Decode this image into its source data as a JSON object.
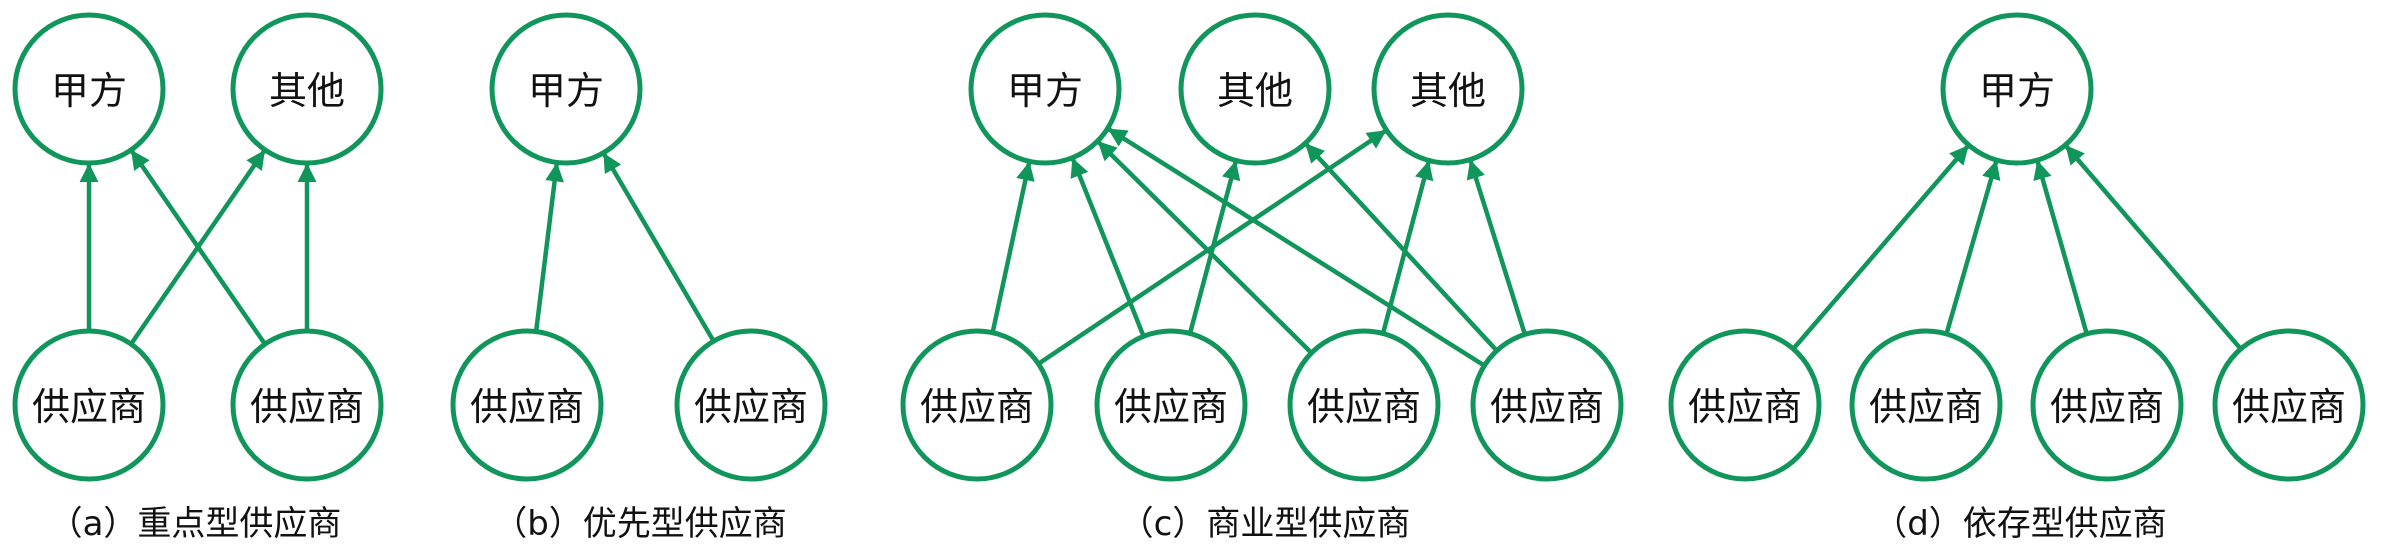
{
  "colors": {
    "accent": "#10955a",
    "text": "#111111",
    "background": "#ffffff"
  },
  "labels": {
    "party": "甲方",
    "other": "其他",
    "supplier": "供应商"
  },
  "panels": [
    {
      "id": "a",
      "caption": "（a）重点型供应商",
      "top": [
        "party",
        "other"
      ],
      "bottom": [
        "supplier",
        "supplier"
      ],
      "edges": [
        [
          0,
          0
        ],
        [
          1,
          0
        ],
        [
          0,
          1
        ],
        [
          1,
          1
        ]
      ]
    },
    {
      "id": "b",
      "caption": "（b）优先型供应商",
      "top": [
        "party"
      ],
      "bottom": [
        "supplier",
        "supplier"
      ],
      "edges": [
        [
          0,
          0
        ],
        [
          1,
          0
        ]
      ]
    },
    {
      "id": "c",
      "caption": "（c）商业型供应商",
      "top": [
        "party",
        "other",
        "other"
      ],
      "bottom": [
        "supplier",
        "supplier",
        "supplier",
        "supplier"
      ],
      "edges": [
        [
          0,
          0
        ],
        [
          0,
          2
        ],
        [
          1,
          0
        ],
        [
          1,
          1
        ],
        [
          2,
          0
        ],
        [
          2,
          2
        ],
        [
          3,
          0
        ],
        [
          3,
          1
        ],
        [
          3,
          2
        ]
      ]
    },
    {
      "id": "d",
      "caption": "（d）依存型供应商",
      "top": [
        "party"
      ],
      "bottom": [
        "supplier",
        "supplier",
        "supplier",
        "supplier"
      ],
      "edges": [
        [
          0,
          0
        ],
        [
          1,
          0
        ],
        [
          2,
          0
        ],
        [
          3,
          0
        ]
      ]
    }
  ]
}
